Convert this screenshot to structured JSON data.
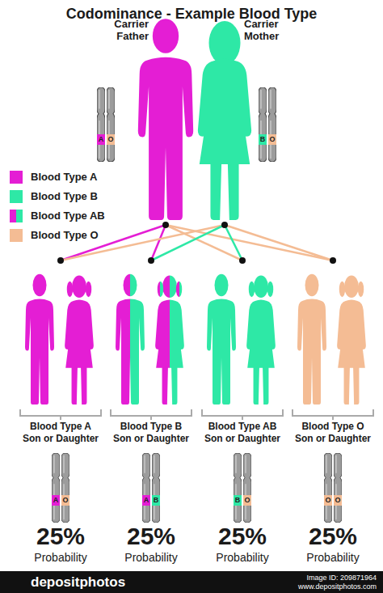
{
  "diagram": {
    "title": "Codominance - Example Blood Type",
    "nodes": [
      {
        "text": [
          "Carrier Father"
        ]
      },
      {
        "text": [
          "Carrier Mother"
        ]
      },
      {
        "text": [
          "Blood Type A Son or Daughter"
        ]
      },
      {
        "text": [
          "Blood Type B Son or Daughter"
        ]
      },
      {
        "text": [
          "Blood Type AB Son or Daughter"
        ]
      },
      {
        "text": [
          "Blood Type O Son or Daughter"
        ]
      }
    ],
    "edges": [
      {
        "from": 0,
        "to": 2,
        "arrow": "none"
      },
      {
        "from": 0,
        "to": 3,
        "arrow": "none"
      },
      {
        "from": 0,
        "to": 4,
        "arrow": "none"
      },
      {
        "from": 0,
        "to": 5,
        "arrow": "none"
      },
      {
        "from": 1,
        "to": 2,
        "arrow": "none"
      },
      {
        "from": 1,
        "to": 3,
        "arrow": "none"
      },
      {
        "from": 1,
        "to": 4,
        "arrow": "none"
      },
      {
        "from": 1,
        "to": 5,
        "arrow": "none"
      }
    ],
    "labels": [
      "A",
      "O",
      "B",
      "O",
      "A",
      "O",
      "A",
      "B",
      "B",
      "O",
      "O",
      "O",
      "25%",
      "Probability",
      "25%",
      "Probability",
      "25%",
      "Probability",
      "25%",
      "Probability",
      "depositphotos",
      "Image ID: 209871964",
      "www.depositphotos.com"
    ],
    "legend": [
      {
        "text": "Blood Type A",
        "color": "#e41ed4"
      },
      {
        "text": "Blood Type B",
        "color": "#2ee8a6"
      },
      {
        "text": "Blood Type AB"
      },
      {
        "text": "Blood Type O",
        "color": "#f4bc94"
      }
    ]
  }
}
